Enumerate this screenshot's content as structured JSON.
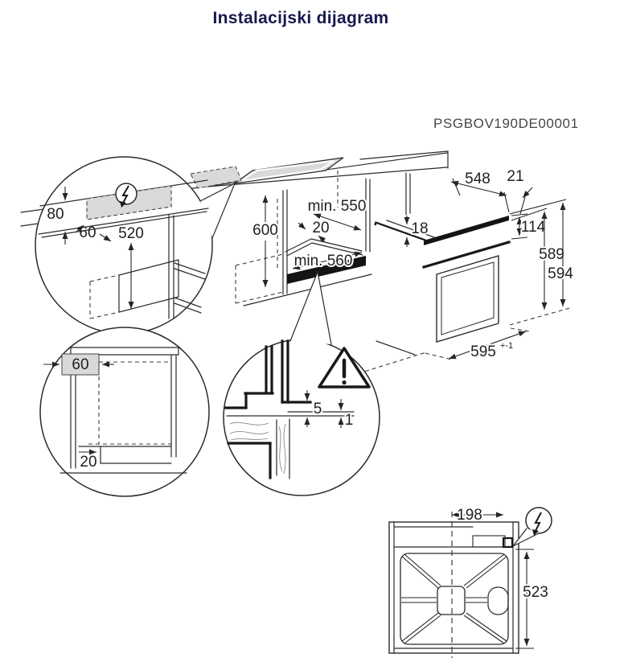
{
  "title": "Instalacijski dijagram",
  "model_code": "PSGBOV190DE00001",
  "colors": {
    "title_text": "#171a4d",
    "line": "#2a2a2a",
    "shade": "#d9d9d9",
    "black_band": "#141414"
  },
  "icons": {
    "electrical": "lightning-bolt-icon",
    "warning": "warning-triangle-icon"
  },
  "labels": {
    "electrical_detail": {
      "counter_front_height": "80",
      "edge_offset": "60",
      "depth_below_worktop": "520"
    },
    "niche": {
      "height": "600",
      "min_depth": "min. 550",
      "rear_gap": "20",
      "min_width": "min. 560"
    },
    "oven": {
      "depth": "548",
      "rear_clearance": "21",
      "top_clearance": "18",
      "control_panel_height": "114",
      "built_in_height": "589",
      "overall_height": "594",
      "width_value": "595",
      "width_tolerance": "+-1"
    },
    "plinth_detail": {
      "top_offset": "60",
      "plinth_recess": "20"
    },
    "gap_detail": {
      "panel_gap": "5",
      "worktop_gap": "1"
    },
    "rear_view": {
      "mains_offset_from_center": "198",
      "mains_height": "523"
    }
  }
}
